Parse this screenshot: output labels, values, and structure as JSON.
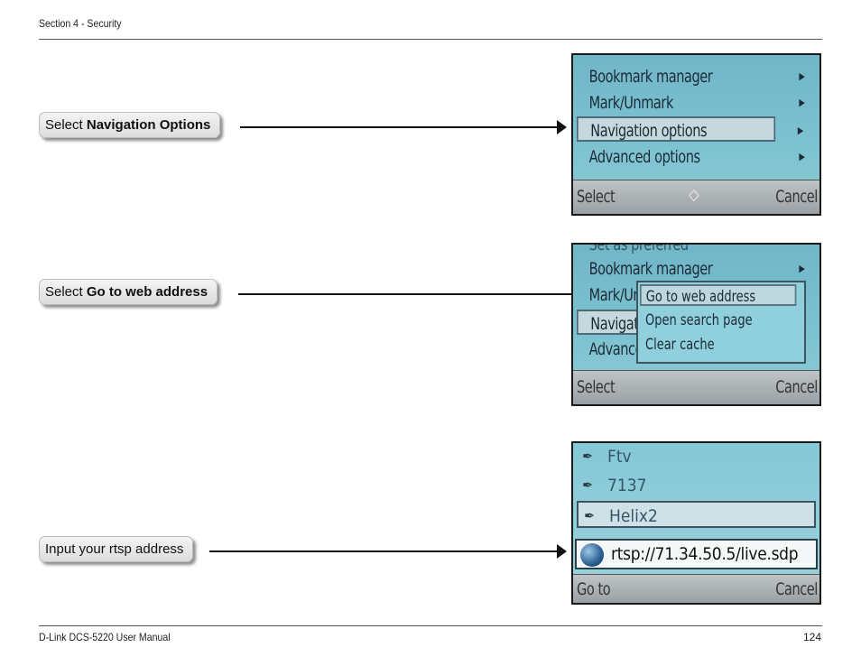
{
  "header": {
    "section": "Section 4 - Security"
  },
  "footer": {
    "manual": "D-Link DCS-5220 User Manual",
    "page_number": "124"
  },
  "steps": [
    {
      "prefix": "Select ",
      "bold": "Navigation Options"
    },
    {
      "prefix": "Select ",
      "bold": "Go to web address"
    },
    {
      "prefix": "Input your rtsp address",
      "bold": ""
    }
  ],
  "screen1": {
    "items": [
      "Bookmark manager",
      "Mark/Unmark",
      "Navigation options",
      "Advanced options"
    ],
    "left_soft": "Select",
    "center_soft": "◇",
    "right_soft": "Cancel"
  },
  "screen2": {
    "bg_items": [
      "Set as preferred",
      "Bookmark manager",
      "Mark/Unmark",
      "Navigation options",
      "Advanced options"
    ],
    "popup": [
      "Go to web address",
      "Open search page",
      "Clear cache"
    ],
    "left_soft": "Select",
    "right_soft": "Cancel"
  },
  "screen3": {
    "items": [
      "Ftv",
      "7137",
      "Helix2"
    ],
    "url": "rtsp://71.34.50.5/live.sdp",
    "left_soft": "Go to",
    "right_soft": "Cancel"
  }
}
